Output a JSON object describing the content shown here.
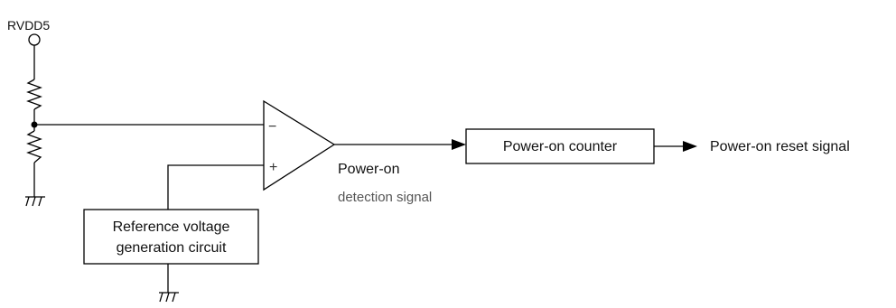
{
  "diagram": {
    "supply_label": "RVDD5",
    "comparator": {
      "minus_symbol": "−",
      "plus_symbol": "+"
    },
    "reference_block": {
      "line1": "Reference voltage",
      "line2": "generation circuit"
    },
    "detection_signal": {
      "line1": "Power-on",
      "line2": "detection signal"
    },
    "counter_block": "Power-on counter",
    "output_signal": "Power-on reset signal"
  }
}
